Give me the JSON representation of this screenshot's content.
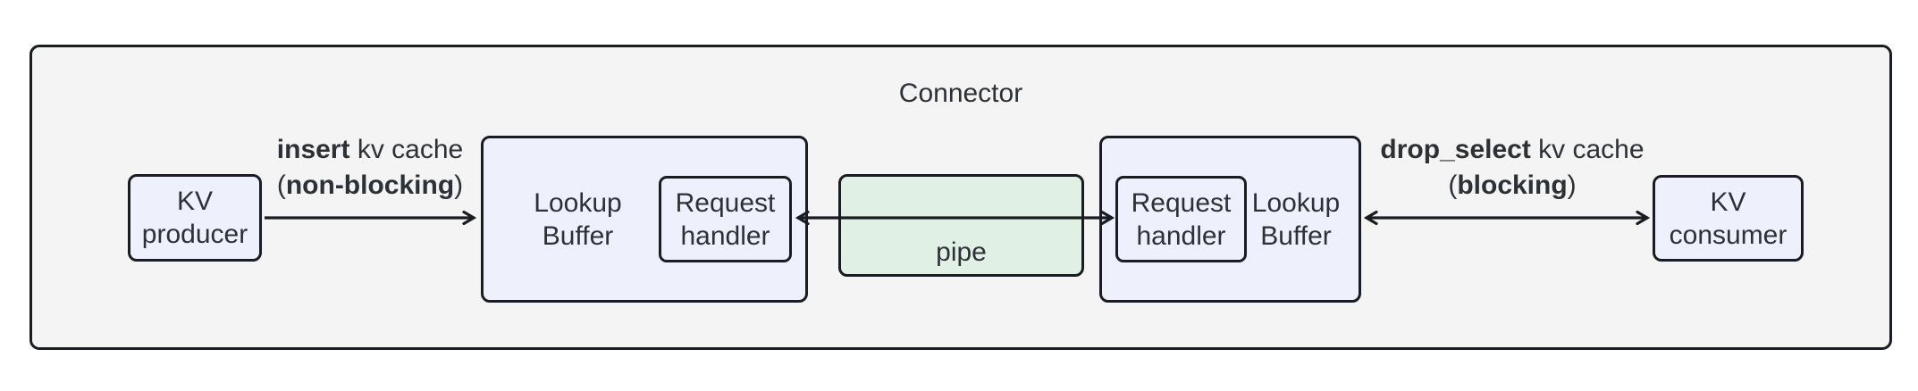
{
  "diagram": {
    "title": "Connector",
    "colors": {
      "canvas_bg": "#ffffff",
      "container_fill": "#f4f4f4",
      "node_fill": "#eef1fb",
      "pipe_fill": "#e1f0e5",
      "border": "#191c20",
      "text": "#2d3136"
    },
    "nodes": {
      "kv_producer": {
        "line1": "KV",
        "line2": "producer"
      },
      "lookup_buffer_left": {
        "line1": "Lookup",
        "line2": "Buffer"
      },
      "request_handler_left": {
        "line1": "Request",
        "line2": "handler"
      },
      "pipe": {
        "label": "pipe"
      },
      "request_handler_right": {
        "line1": "Request",
        "line2": "handler"
      },
      "lookup_buffer_right": {
        "line1": "Lookup",
        "line2": "Buffer"
      },
      "kv_consumer": {
        "line1": "KV",
        "line2": "consumer"
      }
    },
    "edges": {
      "insert": {
        "bold1": "insert",
        "rest1": " kv cache",
        "pre2": "(",
        "bold2": "non-blocking",
        "post2": ")"
      },
      "drop_select": {
        "bold1": "drop_select",
        "rest1": " kv cache",
        "pre2": "(",
        "bold2": "blocking",
        "post2": ")"
      }
    }
  }
}
